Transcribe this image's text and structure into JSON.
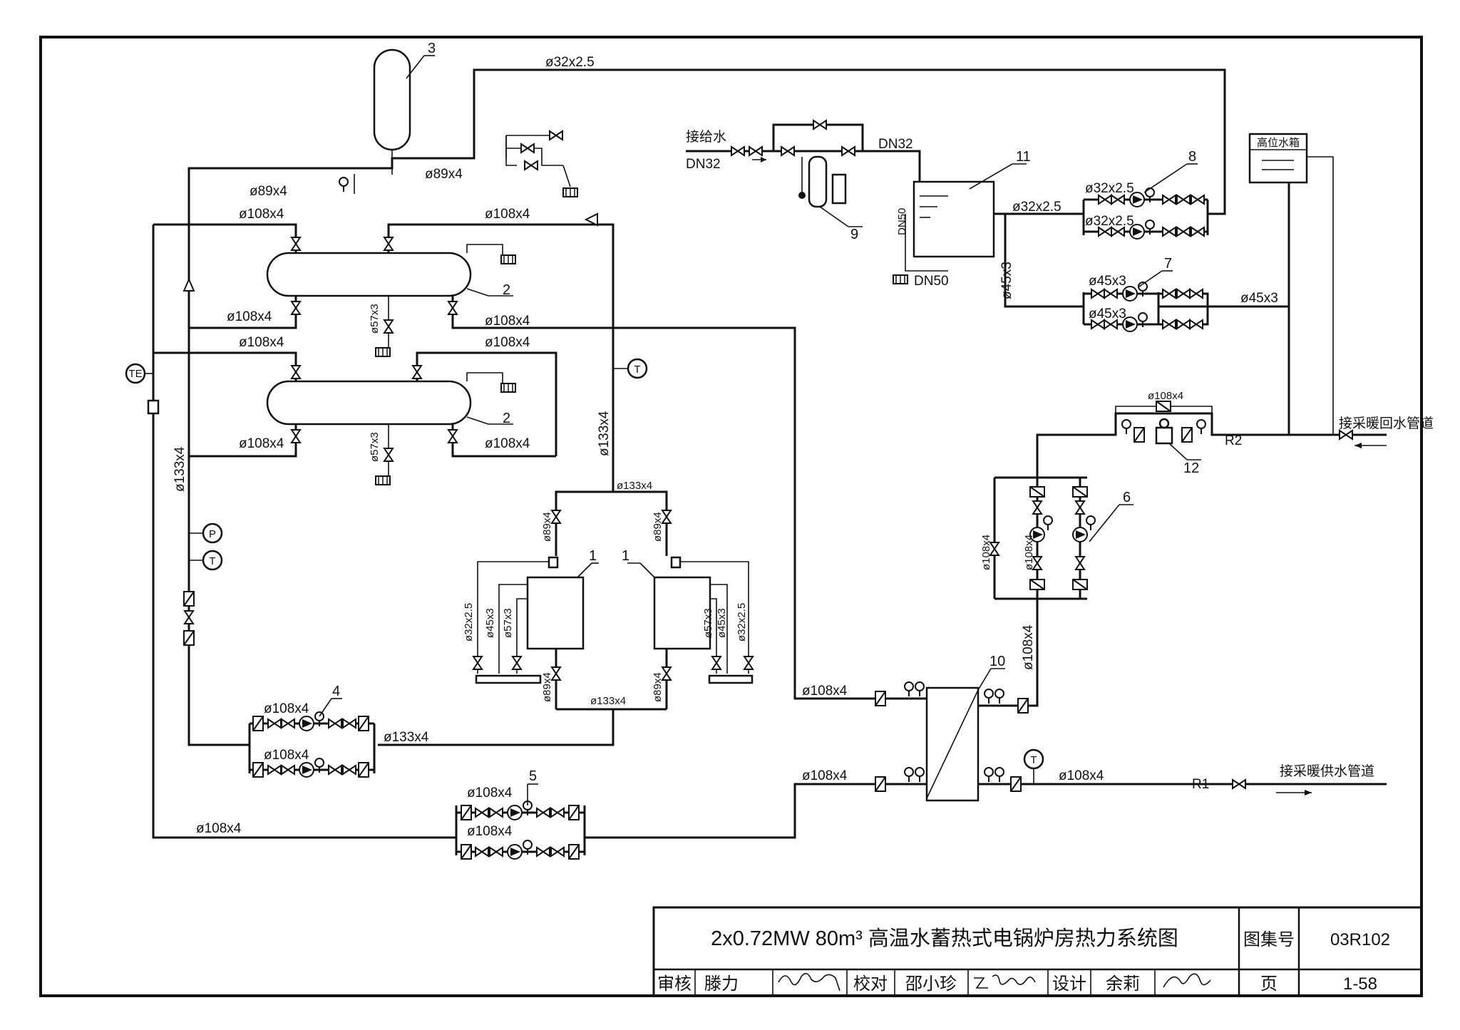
{
  "pipe_labels": {
    "p32_top": "ø32x2.5",
    "p89_left": "ø89x4",
    "p89_right": "ø89x4",
    "p108_a": "ø108x4",
    "p108_b": "ø108x4",
    "p108_c": "ø108x4",
    "p108_d": "ø108x4",
    "p57_1": "ø57x3",
    "p108_e": "ø108x4",
    "p108_f": "ø108x4",
    "p108_g": "ø108x4",
    "p108_h": "ø108x4",
    "p57_2": "ø57x3",
    "p133_left": "ø133x4",
    "p133_mid": "ø133x4",
    "p133_top": "ø133x4",
    "p133_bot": "ø133x4",
    "p133_pump": "ø133x4",
    "p89_b1a": "ø89x4",
    "p89_b1b": "ø89x4",
    "p89_b2a": "ø89x4",
    "p89_b2b": "ø89x4",
    "p32_b1": "ø32x2.5",
    "p45_b1": "ø45x3",
    "p57_b1": "ø57x3",
    "p32_b2": "ø32x2.5",
    "p45_b2": "ø45x3",
    "p57_b2": "ø57x3",
    "p108_p4a": "ø108x4",
    "p108_p4b": "ø108x4",
    "p108_p5a": "ø108x4",
    "p108_p5b": "ø108x4",
    "p108_bottom": "ø108x4",
    "p108_hx_in1": "ø108x4",
    "p108_hx_in2": "ø108x4",
    "p108_hx_out": "ø108x4",
    "p108_vert": "ø108x4",
    "p108_pump6": "ø108x4",
    "p108_pump6b": "ø108x4",
    "p108_bypass": "ø108x4",
    "p108_r2": "ø108x4",
    "dn32_in": "DN32",
    "dn32_out": "DN32",
    "dn50_v": "DN50",
    "dn50_drain": "DN50",
    "p32_tank": "ø32x2.5",
    "p32_p8a": "ø32x2.5",
    "p32_p8b": "ø32x2.5",
    "p45_vert": "ø45x3",
    "p45_p7a": "ø45x3",
    "p45_p7b": "ø45x3",
    "p45_out": "ø45x3"
  },
  "text_labels": {
    "water_supply": "接给水",
    "high_tank": "高位水箱",
    "return_pipe": "接采暖回水管道",
    "supply_pipe": "接采暖供水管道",
    "r1": "R1",
    "r2": "R2"
  },
  "instruments": {
    "te": "TE",
    "t": "T",
    "p": "P"
  },
  "equipment_numbers": {
    "n1a": "1",
    "n1b": "1",
    "n2a": "2",
    "n2b": "2",
    "n3": "3",
    "n4": "4",
    "n5": "5",
    "n6": "6",
    "n7": "7",
    "n8": "8",
    "n9": "9",
    "n10": "10",
    "n11": "11",
    "n12": "12"
  },
  "title_block": {
    "title": "2x0.72MW  80m³ 高温水蓄热式电锅炉房热力系统图",
    "atlas_label": "图集号",
    "atlas_no": "03R102",
    "review_label": "审核",
    "reviewer": "滕力",
    "check_label": "校对",
    "checker": "邵小珍",
    "design_label": "设计",
    "designer": "余莉",
    "page_label": "页",
    "page_no": "1-58"
  }
}
